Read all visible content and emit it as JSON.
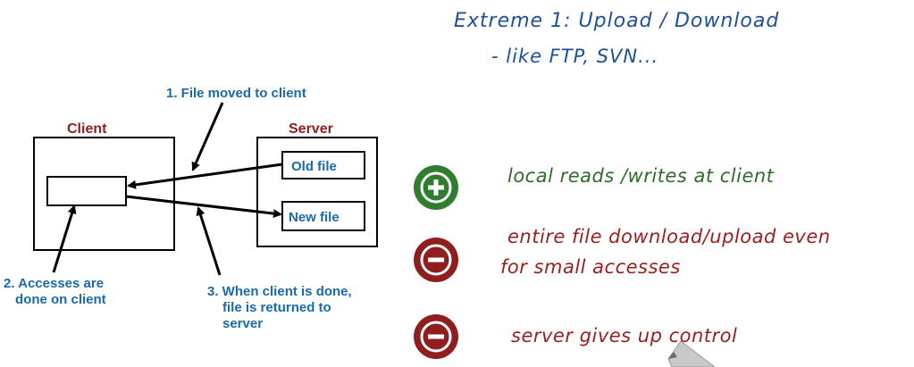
{
  "title": "Extreme 1: Upload / Download",
  "subtitle": "- like FTP, SVN...",
  "diagram": {
    "client_label": "Client",
    "server_label": "Server",
    "old_file": "Old file",
    "new_file": "New file",
    "step1": "1. File moved to client",
    "step2_line1": "2. Accesses are",
    "step2_line2": "done on client",
    "step3_line1": "3. When client is done,",
    "step3_line2": "file is returned to",
    "step3_line3": "server"
  },
  "points": [
    {
      "sign": "+",
      "kind": "pro",
      "lines": [
        "local reads /writes at client"
      ]
    },
    {
      "sign": "−",
      "kind": "con",
      "lines": [
        "entire file download/upload even",
        "for small accesses"
      ]
    },
    {
      "sign": "−",
      "kind": "con",
      "lines": [
        "server gives up control"
      ]
    }
  ],
  "colors": {
    "pro": "#2f7d2f",
    "con": "#8f1f1f",
    "diagram_text": "#1a6aa8",
    "box_title": "#8b2020",
    "handwriting": "#1d4f9a"
  }
}
